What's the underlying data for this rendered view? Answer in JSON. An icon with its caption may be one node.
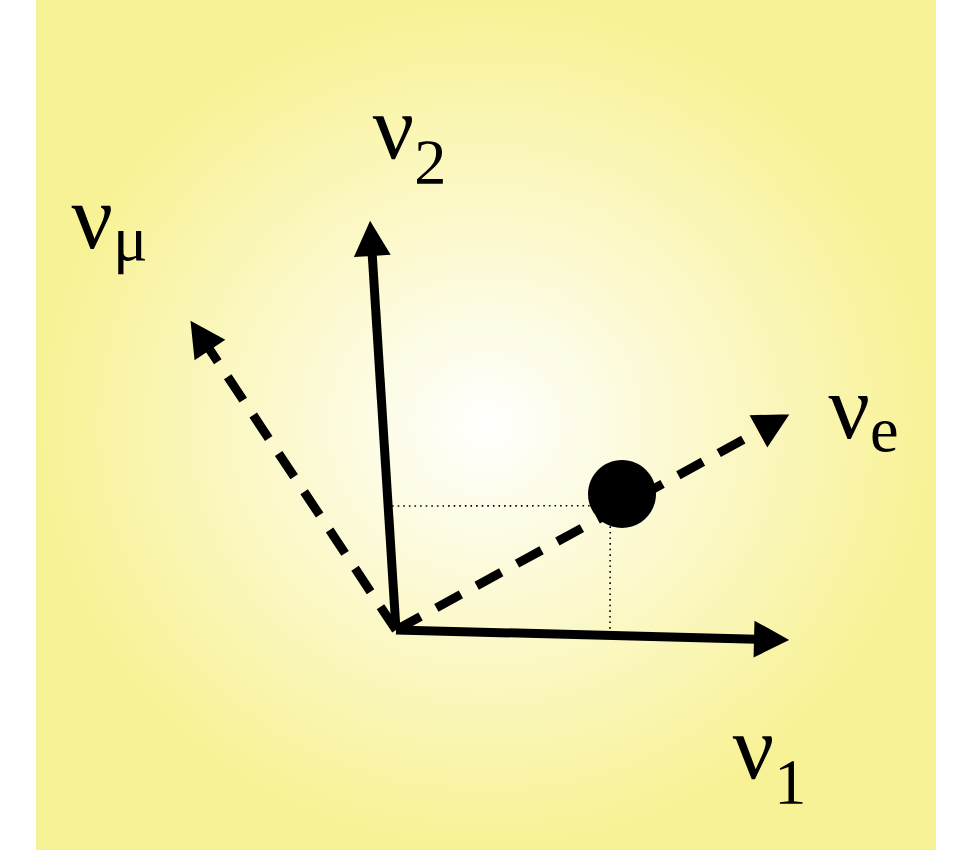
{
  "diagram": {
    "nodes": [
      {
        "text": [
          "ν$_{2}$"
        ]
      },
      {
        "text": [
          "ν$_{μ}$"
        ]
      },
      {
        "text": [
          "ν$_{e}$"
        ]
      },
      {
        "text": [
          "ν$_{1}$"
        ]
      },
      {
        "text": [],
        "shape": "circle"
      }
    ],
    "edges": [
      {
        "from": null,
        "to": 0,
        "arrow": "to"
      },
      {
        "from": null,
        "to": 1,
        "arrow": "to",
        "style": "dashed"
      },
      {
        "from": null,
        "to": 2,
        "arrow": "to",
        "style": "dashed"
      },
      {
        "from": null,
        "to": 3,
        "arrow": "to"
      },
      {
        "from": 4,
        "to": null,
        "arrow": "none",
        "style": "dashed"
      },
      {
        "from": 4,
        "to": null,
        "arrow": "none",
        "style": "dashed"
      }
    ]
  }
}
